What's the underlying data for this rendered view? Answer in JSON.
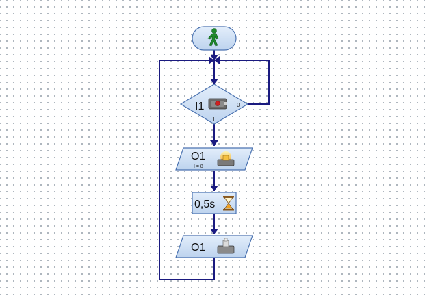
{
  "flowchart": {
    "start_icon": "start-person-icon",
    "branch": {
      "input_label": "I1",
      "no_label": "0",
      "yes_label": "1",
      "icon": "pushbutton-icon"
    },
    "output_on": {
      "label": "O1",
      "sublabel": "I = 8",
      "icon": "lamp-on-icon"
    },
    "delay": {
      "label": "0,5s",
      "icon": "hourglass-icon"
    },
    "output_off": {
      "label": "O1",
      "icon": "lamp-off-icon"
    }
  },
  "colors": {
    "connector": "#1a1a80",
    "block_fill": "#cfe0f5",
    "block_stroke": "#4a72b0",
    "start_figure": "#1f8a2c"
  }
}
